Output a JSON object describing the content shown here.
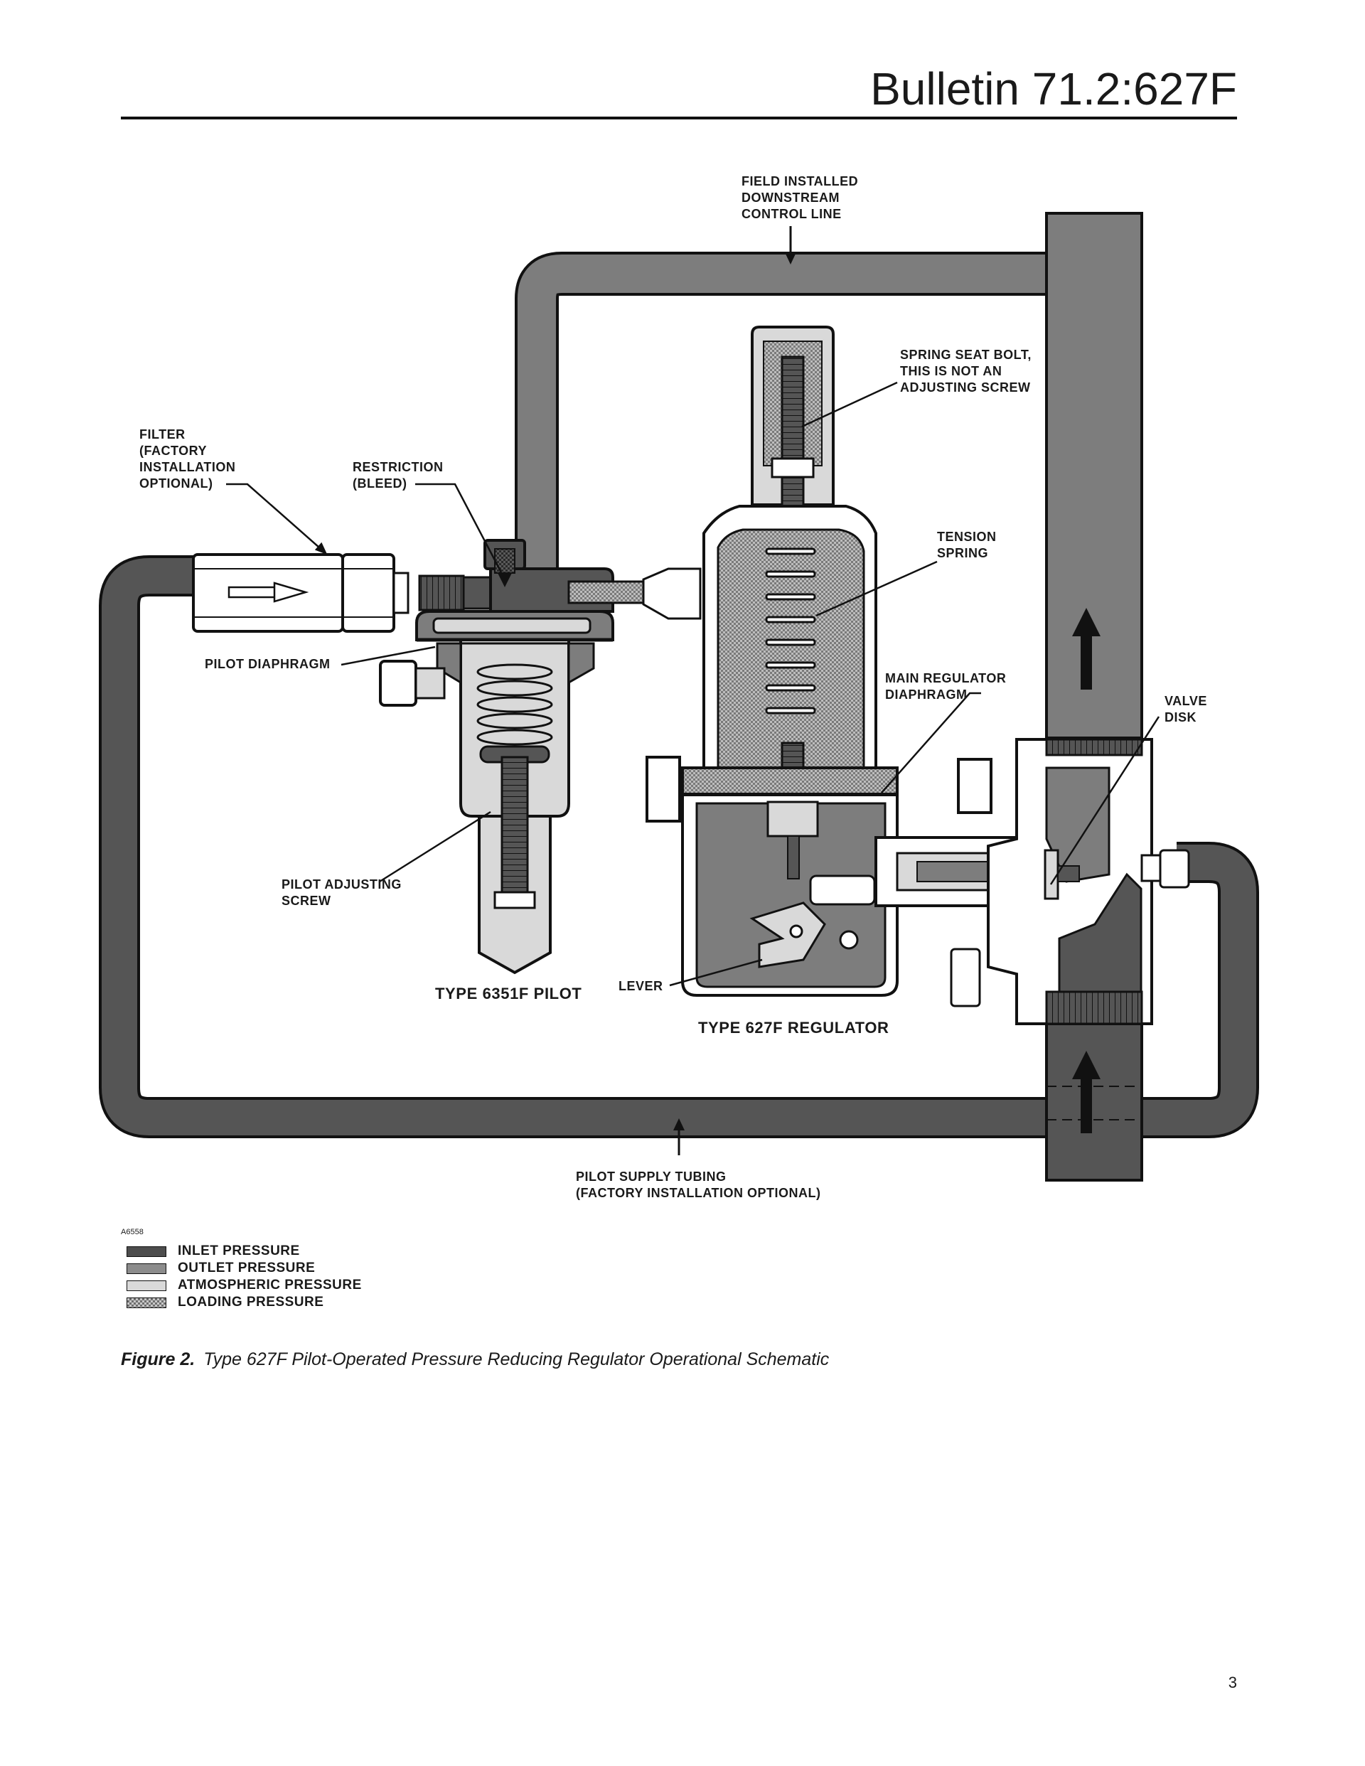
{
  "header": {
    "title": "Bulletin 71.2:627F"
  },
  "labels": {
    "field_installed": "FIELD INSTALLED\nDOWNSTREAM\nCONTROL LINE",
    "spring_seat_bolt": "SPRING SEAT BOLT,\nTHIS IS NOT AN\nADJUSTING SCREW",
    "filter": "FILTER\n(FACTORY\nINSTALLATION\nOPTIONAL)",
    "restriction": "RESTRICTION\n(BLEED)",
    "tension_spring": "TENSION\nSPRING",
    "pilot_diaphragm": "PILOT DIAPHRAGM",
    "main_regulator_diaphragm": "MAIN REGULATOR\nDIAPHRAGM",
    "valve_disk": "VALVE\nDISK",
    "pilot_adjusting_screw": "PILOT ADJUSTING\nSCREW",
    "lever": "LEVER",
    "type_6351f_pilot": "TYPE 6351F PILOT",
    "type_627f_regulator": "TYPE 627F REGULATOR",
    "pilot_supply_tubing": "PILOT SUPPLY TUBING\n(FACTORY INSTALLATION OPTIONAL)"
  },
  "drawing_code": "A6558",
  "legend": [
    {
      "label": "INLET PRESSURE",
      "color": "#4d4d4d"
    },
    {
      "label": "OUTLET PRESSURE",
      "color": "#8c8c8c"
    },
    {
      "label": "ATMOSPHERIC PRESSURE",
      "color": "#d9d9d9"
    },
    {
      "label": "LOADING PRESSURE",
      "color": "checkered"
    }
  ],
  "caption": {
    "figure": "Figure 2.",
    "text": "Type 627F Pilot-Operated Pressure Reducing Regulator Operational Schematic"
  },
  "page_number": "3"
}
